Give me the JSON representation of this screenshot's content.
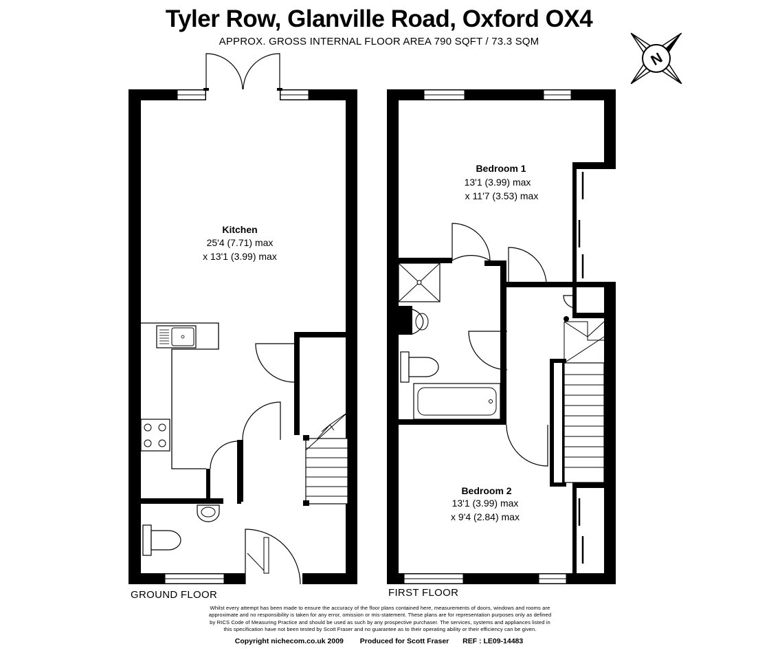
{
  "header": {
    "title": "Tyler Row, Glanville Road, Oxford OX4",
    "subtitle": "APPROX. GROSS INTERNAL FLOOR AREA 790 SQFT / 73.3 SQM"
  },
  "compass": {
    "letter": "N"
  },
  "floors": {
    "ground": {
      "label": "GROUND FLOOR",
      "rooms": {
        "kitchen": {
          "name": "Kitchen",
          "dim1": "25'4 (7.71) max",
          "dim2": "x 13'1 (3.99) max"
        }
      }
    },
    "first": {
      "label": "FIRST FLOOR",
      "rooms": {
        "bedroom1": {
          "name": "Bedroom 1",
          "dim1": "13'1 (3.99) max",
          "dim2": "x 11'7 (3.53) max"
        },
        "bedroom2": {
          "name": "Bedroom 2",
          "dim1": "13'1 (3.99) max",
          "dim2": "x 9'4 (2.84) max"
        }
      }
    }
  },
  "disclaimer": {
    "line1": "Whilst every attempt has been made to ensure the accuracy of the floor plans contained here, measurements of doors, windows and rooms are",
    "line2": "approximate and no responsibility is taken for any error, omission or mis-statement. These plans are for representation purposes only as defined",
    "line3": "by RICS Code of Measuring Practice and should be used as such by any prospective purchaser. The services, systems and appliances listed in",
    "line4": "this specification have not been tested by Scott Fraser and no guarantee as to their operating ability or their efficiency can be given."
  },
  "footer": {
    "copyright": "Copyright nichecom.co.uk 2009",
    "produced": "Produced for Scott Fraser",
    "ref": "REF : LE09-14483"
  }
}
